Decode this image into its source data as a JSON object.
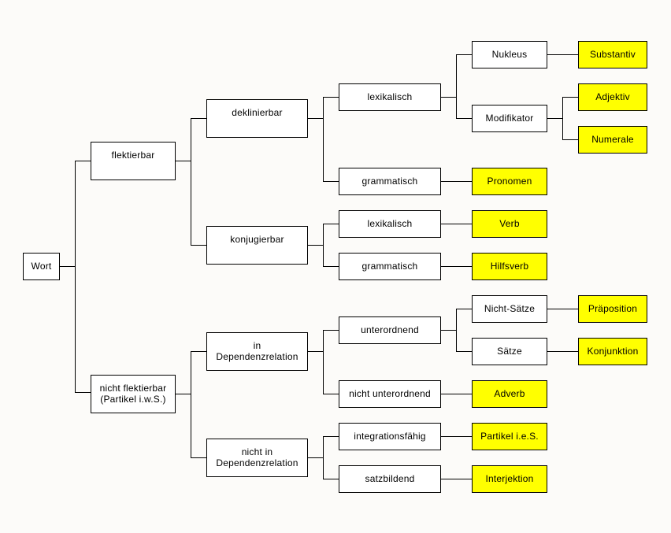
{
  "diagram": {
    "title": "Wortarten",
    "colors": {
      "background": "#fcfbf9",
      "node": "#ffffff",
      "leaf": "#ffff00",
      "line": "#000000"
    },
    "nodes": {
      "wort": "Wort",
      "flektierbar": "flektierbar",
      "nicht_flektierbar": "nicht flektierbar\n(Partikel i.w.S.)",
      "deklinierbar": "deklinierbar",
      "konjugierbar": "konjugierbar",
      "in_dependenzrelation": "in\nDependenzrelation",
      "nicht_in_dependenzrelation": "nicht in\nDependenzrelation",
      "dekl_lexikalisch": "lexikalisch",
      "dekl_grammatisch": "grammatisch",
      "konj_lexikalisch": "lexikalisch",
      "konj_grammatisch": "grammatisch",
      "unterordnend": "unterordnend",
      "nicht_unterordnend": "nicht unterordnend",
      "integrationsfaehig": "integrationsfähig",
      "satzbildend": "satzbildend",
      "nukleus": "Nukleus",
      "modifikator": "Modifikator",
      "nicht_saetze": "Nicht-Sätze",
      "saetze": "Sätze"
    },
    "leaves": {
      "substantiv": "Substantiv",
      "adjektiv": "Adjektiv",
      "numerale": "Numerale",
      "pronomen": "Pronomen",
      "verb": "Verb",
      "hilfsverb": "Hilfsverb",
      "praeposition": "Präposition",
      "konjunktion": "Konjunktion",
      "adverb": "Adverb",
      "partikel_ies": "Partikel i.e.S.",
      "interjektion": "Interjektion"
    }
  }
}
